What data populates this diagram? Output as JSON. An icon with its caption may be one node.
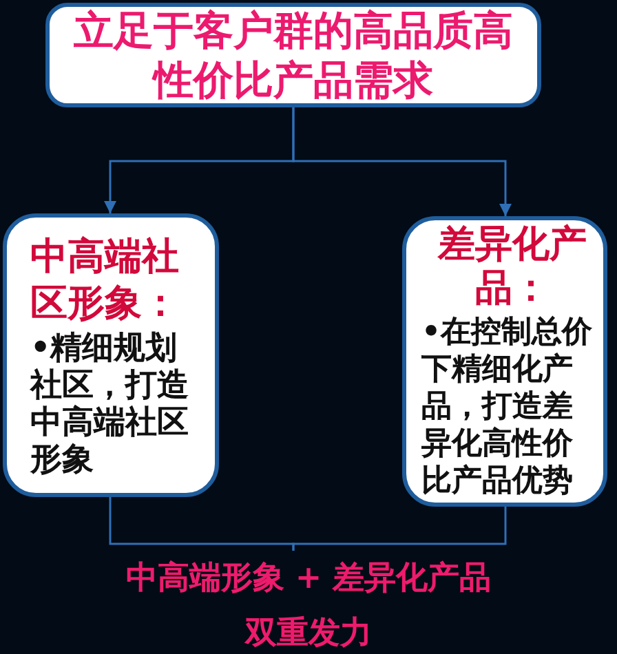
{
  "diagram": {
    "nodes": [
      {
        "text": [
          "立足于客户群的高品质高性价比产品需求"
        ]
      },
      {
        "text": [
          "中高端社区形象：",
          "•精细规划社区，打造中高端社区形象"
        ]
      },
      {
        "text": [
          "差异化产品：",
          "•在控制总价下精细化产品，打造差异化高性价比产品优势"
        ]
      },
      {
        "text": [
          "中高端形象 + 差异化产品",
          "双重发力"
        ]
      }
    ],
    "edges": [
      {
        "from": 0,
        "to": 1,
        "arrow": "to"
      },
      {
        "from": 0,
        "to": 2,
        "arrow": "to"
      },
      {
        "from": 1,
        "to": 3,
        "arrow": "none"
      },
      {
        "from": 2,
        "to": 3,
        "arrow": "none"
      }
    ]
  }
}
